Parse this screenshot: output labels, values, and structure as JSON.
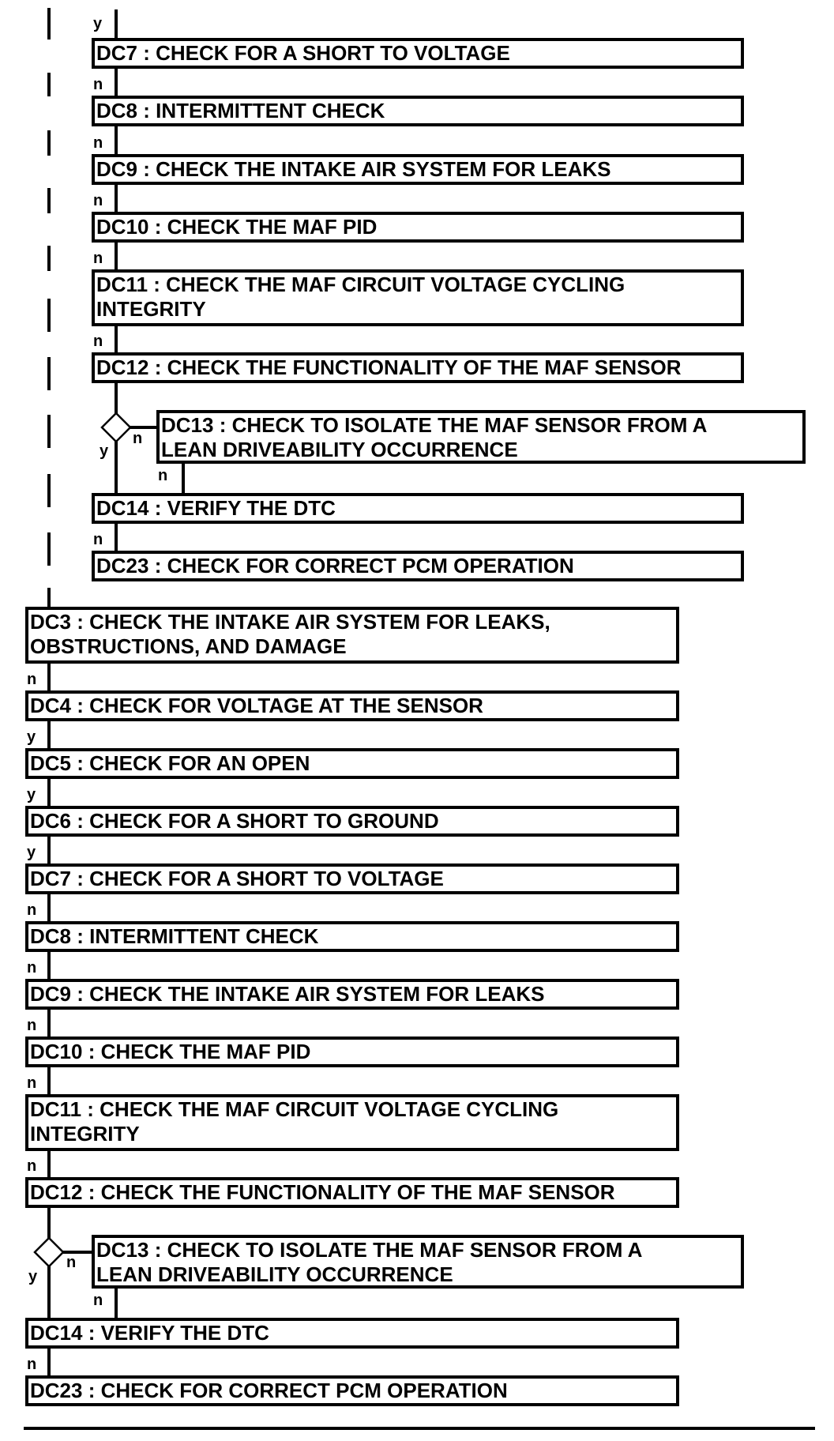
{
  "upper_branch": {
    "steps": [
      {
        "id": "dc7",
        "text": [
          "DC7 : CHECK FOR A SHORT TO VOLTAGE"
        ],
        "entry_label": "y"
      },
      {
        "id": "dc8",
        "text": [
          "DC8 : INTERMITTENT CHECK"
        ],
        "entry_label": "n"
      },
      {
        "id": "dc9",
        "text": [
          "DC9 : CHECK THE INTAKE AIR SYSTEM FOR LEAKS"
        ],
        "entry_label": "n"
      },
      {
        "id": "dc10",
        "text": [
          "DC10 : CHECK THE MAF PID"
        ],
        "entry_label": "n"
      },
      {
        "id": "dc11",
        "text": [
          "DC11 : CHECK THE MAF CIRCUIT VOLTAGE CYCLING",
          "INTEGRITY"
        ],
        "entry_label": "n"
      },
      {
        "id": "dc12",
        "text": [
          "DC12 : CHECK THE FUNCTIONALITY OF THE MAF SENSOR"
        ],
        "entry_label": "n"
      },
      {
        "id": "dc13",
        "text": [
          "DC13 : CHECK TO ISOLATE THE MAF SENSOR FROM A",
          "LEAN DRIVEABILITY OCCURRENCE"
        ],
        "entry_label": "n"
      },
      {
        "id": "dc14",
        "text": [
          "DC14 : VERIFY THE DTC"
        ],
        "entry_label": "n"
      },
      {
        "id": "dc23",
        "text": [
          "DC23 : CHECK FOR CORRECT PCM OPERATION"
        ],
        "entry_label": "n"
      }
    ],
    "decision": {
      "yes_label": "y",
      "no_label": "n"
    }
  },
  "lower_branch": {
    "steps": [
      {
        "id": "dc3",
        "text": [
          "DC3 : CHECK THE INTAKE AIR SYSTEM FOR LEAKS,",
          "OBSTRUCTIONS, AND DAMAGE"
        ],
        "entry_label": ""
      },
      {
        "id": "dc4",
        "text": [
          "DC4 : CHECK FOR VOLTAGE AT THE SENSOR"
        ],
        "entry_label": "n"
      },
      {
        "id": "dc5",
        "text": [
          "DC5 : CHECK FOR AN OPEN"
        ],
        "entry_label": "y"
      },
      {
        "id": "dc6",
        "text": [
          "DC6 : CHECK FOR A SHORT TO GROUND"
        ],
        "entry_label": "y"
      },
      {
        "id": "dc7",
        "text": [
          "DC7 : CHECK FOR A SHORT TO VOLTAGE"
        ],
        "entry_label": "y"
      },
      {
        "id": "dc8",
        "text": [
          "DC8 : INTERMITTENT CHECK"
        ],
        "entry_label": "n"
      },
      {
        "id": "dc9",
        "text": [
          "DC9 : CHECK THE INTAKE AIR SYSTEM FOR LEAKS"
        ],
        "entry_label": "n"
      },
      {
        "id": "dc10",
        "text": [
          "DC10 : CHECK THE MAF PID"
        ],
        "entry_label": "n"
      },
      {
        "id": "dc11",
        "text": [
          "DC11 : CHECK THE MAF CIRCUIT VOLTAGE CYCLING",
          "INTEGRITY"
        ],
        "entry_label": "n"
      },
      {
        "id": "dc12",
        "text": [
          "DC12 : CHECK THE FUNCTIONALITY OF THE MAF SENSOR"
        ],
        "entry_label": "n"
      },
      {
        "id": "dc13",
        "text": [
          "DC13 : CHECK TO ISOLATE THE MAF SENSOR FROM A",
          "LEAN DRIVEABILITY OCCURRENCE"
        ],
        "entry_label": "n"
      },
      {
        "id": "dc14",
        "text": [
          "DC14 : VERIFY THE DTC"
        ],
        "entry_label": "n"
      },
      {
        "id": "dc23",
        "text": [
          "DC23 : CHECK FOR CORRECT PCM OPERATION"
        ],
        "entry_label": "n"
      }
    ],
    "decision": {
      "yes_label": "y",
      "no_label": "n"
    }
  }
}
